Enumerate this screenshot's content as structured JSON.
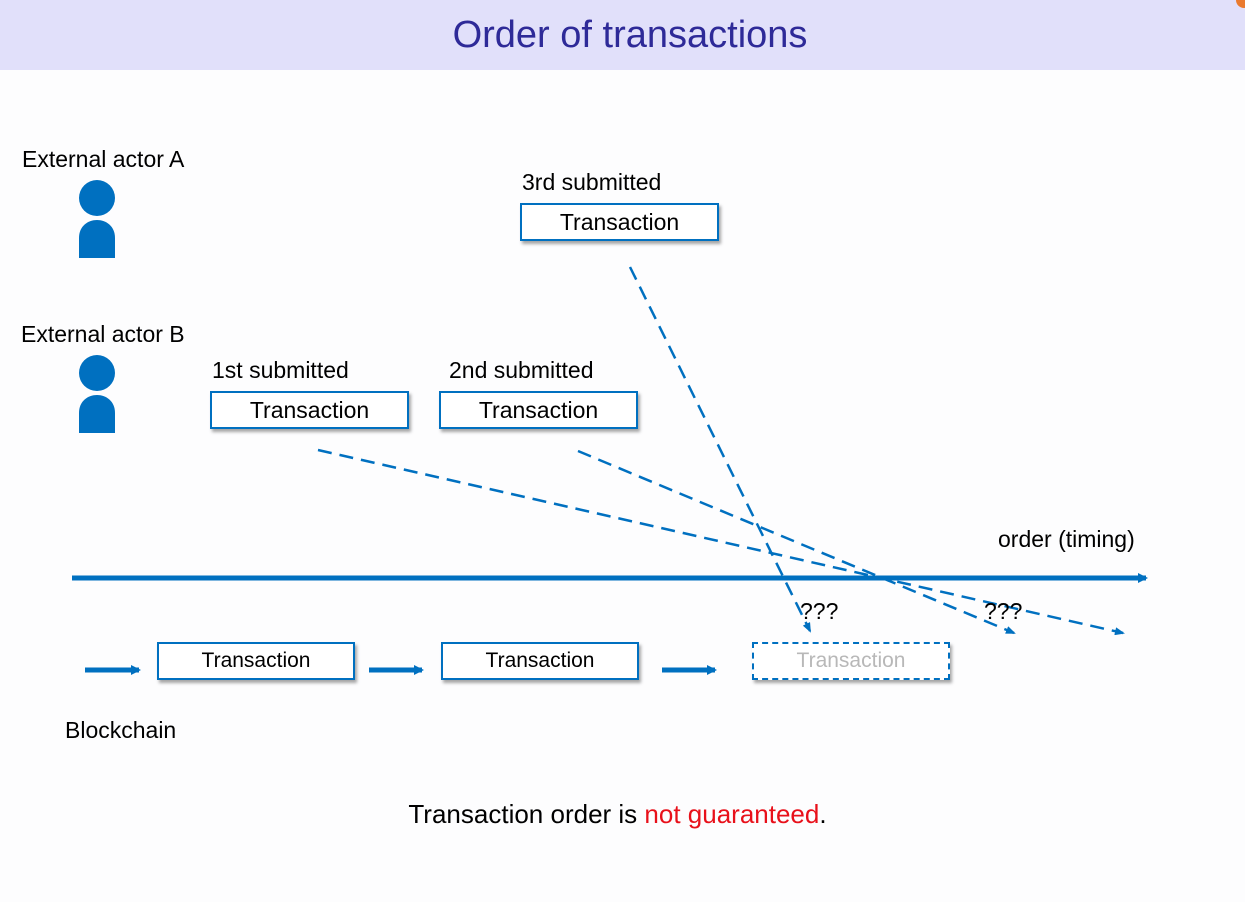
{
  "header": {
    "title": "Order of transactions"
  },
  "actors": {
    "a": {
      "label": "External actor A",
      "icon": "person-icon"
    },
    "b": {
      "label": "External actor B",
      "icon": "person-icon"
    }
  },
  "submitted": {
    "third": {
      "caption": "3rd submitted",
      "box": "Transaction"
    },
    "first": {
      "caption": "1st submitted",
      "box": "Transaction"
    },
    "second": {
      "caption": "2nd submitted",
      "box": "Transaction"
    }
  },
  "timeline": {
    "label": "order (timing)",
    "unknown_1": "???",
    "unknown_2": "???"
  },
  "blockchain": {
    "label": "Blockchain",
    "blocks": [
      "Transaction",
      "Transaction"
    ],
    "pending_block": "Transaction"
  },
  "conclusion": {
    "prefix": "Transaction order is ",
    "highlight": "not guaranteed",
    "suffix": "."
  },
  "colors": {
    "accent": "#0070c0",
    "title": "#2e2a98",
    "title_bg": "#e1e0fa",
    "highlight": "#e8101a"
  }
}
